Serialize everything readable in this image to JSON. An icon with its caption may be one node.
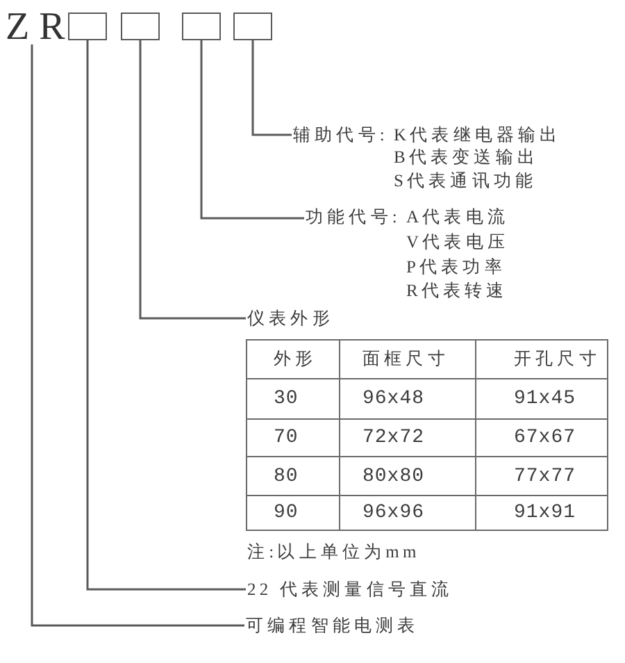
{
  "diagram": {
    "nodes": [
      {
        "text": [
          "ZR"
        ]
      },
      {
        "text": [],
        "shape": "box"
      },
      {
        "text": [],
        "shape": "box"
      },
      {
        "text": [],
        "shape": "box"
      },
      {
        "text": [],
        "shape": "box"
      },
      {
        "text": [
          "辅助代号:",
          "K代表继电器输出",
          "B代表变送输出",
          "S代表通讯功能"
        ]
      },
      {
        "text": [
          "功能代号:",
          "A代表电流",
          "V代表电压",
          "P代表功率",
          "R代表转速"
        ]
      },
      {
        "text": [
          "仪表外形"
        ]
      },
      {
        "text": [
          "22 代表测量信号直流"
        ]
      },
      {
        "text": [
          "可编程智能电测表"
        ]
      }
    ],
    "edges": [
      {
        "from": 4,
        "to": 5,
        "arrow": "none"
      },
      {
        "from": 3,
        "to": 6,
        "arrow": "none"
      },
      {
        "from": 2,
        "to": 7,
        "arrow": "none"
      },
      {
        "from": 1,
        "to": 8,
        "arrow": "none"
      },
      {
        "from": 0,
        "to": 9,
        "arrow": "none"
      }
    ],
    "labels": [
      "外形",
      "面框尺寸",
      "开孔尺寸",
      "30",
      "96x48",
      "91x45",
      "70",
      "72x72",
      "67x67",
      "80",
      "80x80",
      "77x77",
      "90",
      "96x96",
      "91x91",
      "注:以上单位为mm"
    ]
  }
}
